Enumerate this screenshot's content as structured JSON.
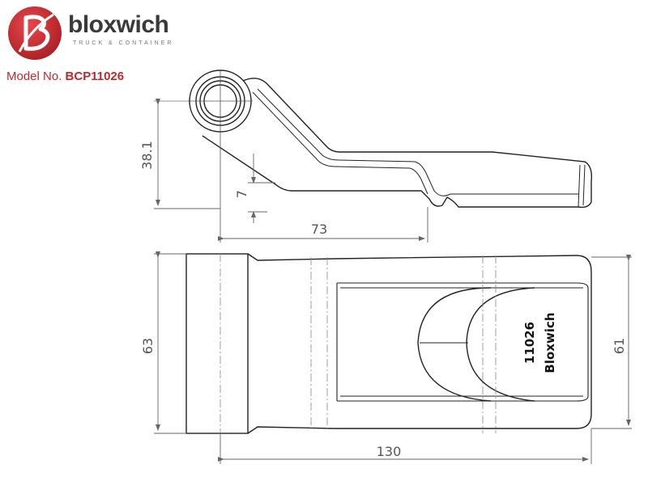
{
  "brand": {
    "name": "bloxwich",
    "tagline": "TRUCK & CONTAINER",
    "accent_color": "#c0282d"
  },
  "model": {
    "label": "Model No.",
    "number": "BCP11026"
  },
  "dimensions": {
    "side_height": "38.1",
    "side_offset": "7",
    "side_length": "73",
    "top_height_left": "63",
    "top_height_right": "61",
    "top_length": "130"
  },
  "part_marking": {
    "line1": "11026",
    "line2": "Bloxwich"
  }
}
